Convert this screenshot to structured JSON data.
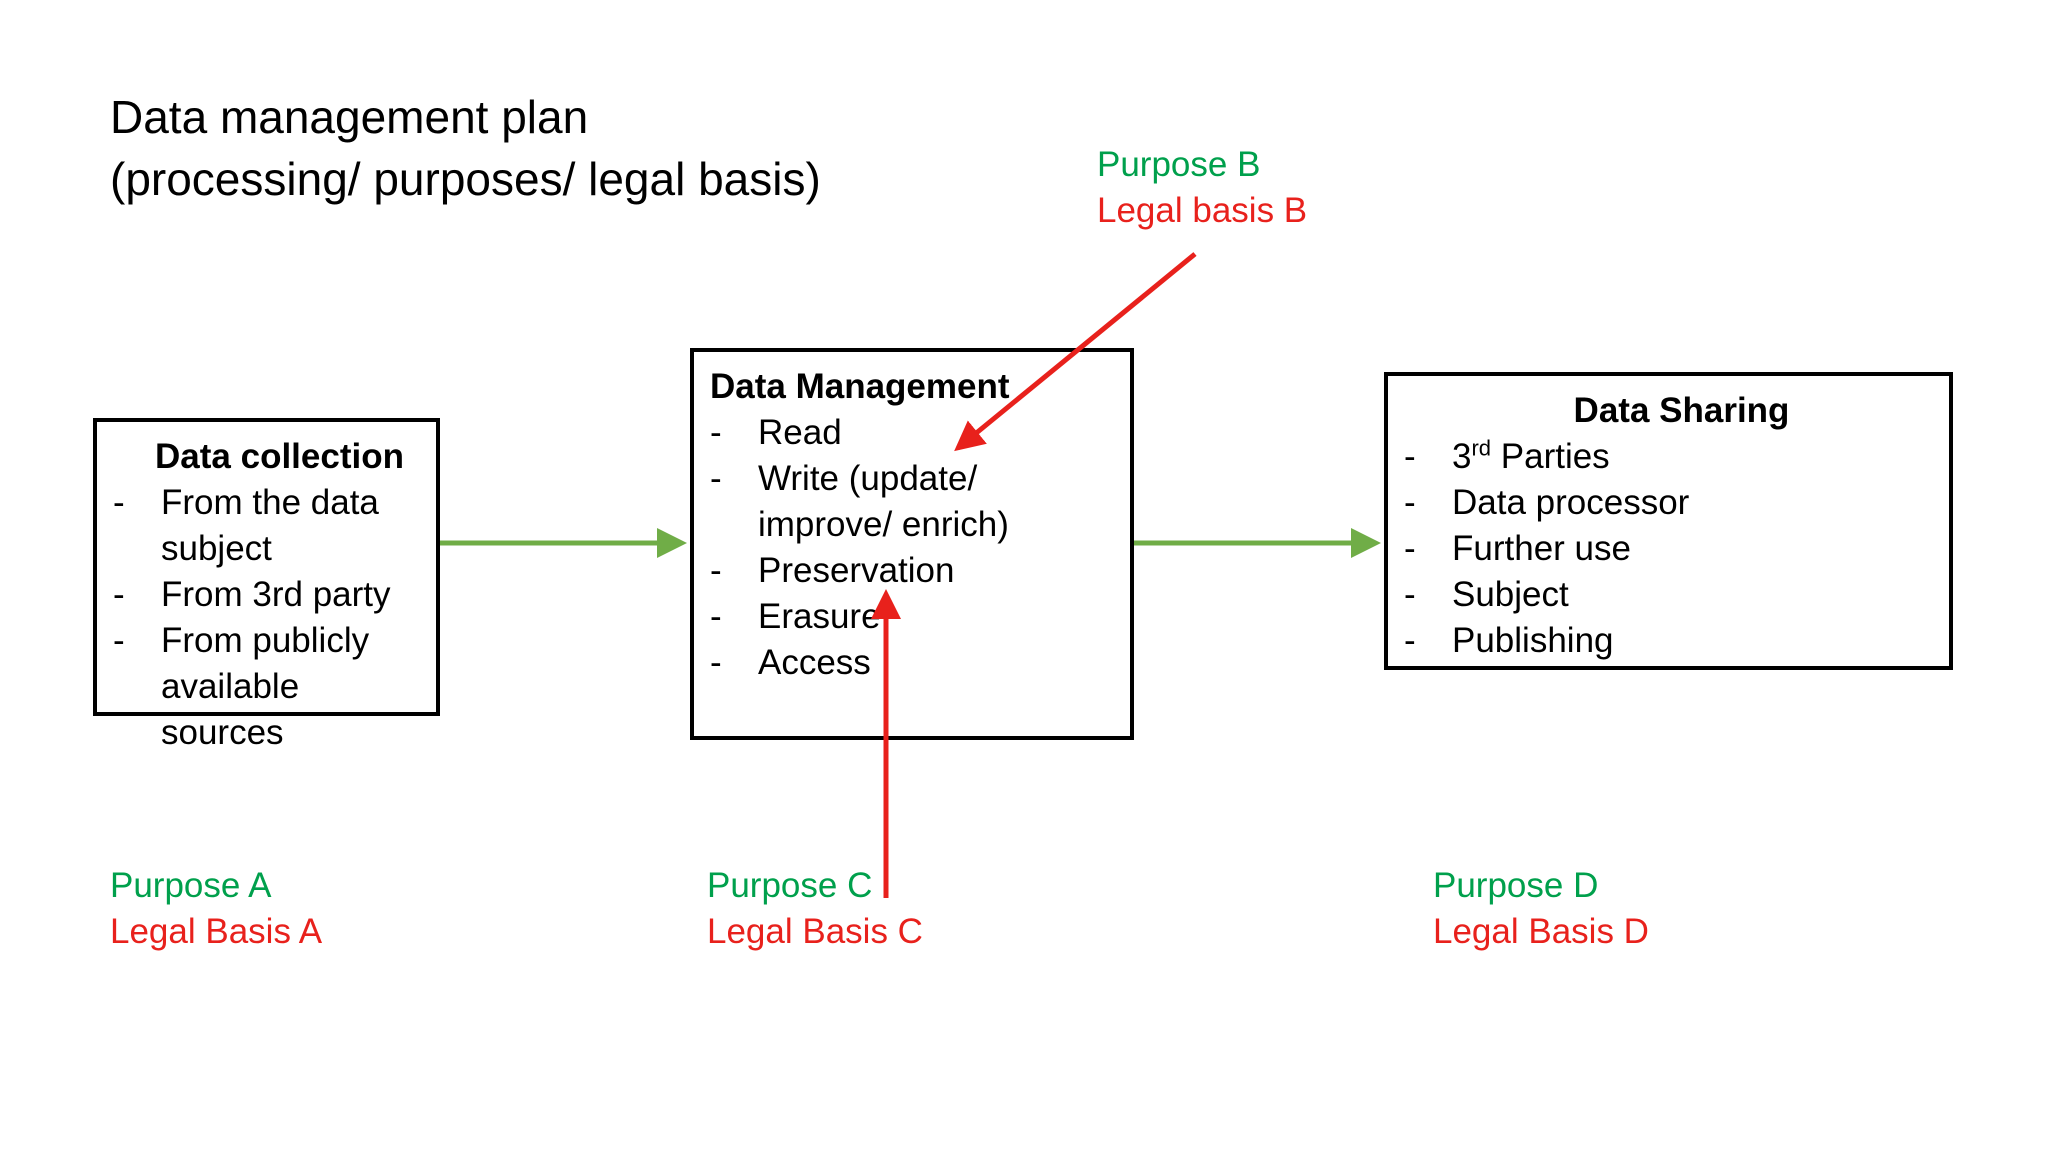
{
  "title": {
    "line1": "Data management plan",
    "line2": "(processing/ purposes/ legal basis)"
  },
  "boxes": {
    "collection": {
      "title": "Data collection",
      "items": [
        "From the data subject",
        "From 3rd party",
        "From publicly available sources"
      ]
    },
    "management": {
      "title": "Data Management",
      "items": [
        "Read",
        "Write (update/ improve/ enrich)",
        "Preservation",
        "Erasure",
        "Access"
      ]
    },
    "sharing": {
      "title": "Data Sharing",
      "item1_main": "3",
      "item1_sup": "rd",
      "item1_rest": " Parties",
      "items_rest": [
        "Data processor",
        "Further use",
        "Subject",
        "Publishing"
      ]
    }
  },
  "dash": "-",
  "labels": {
    "a": {
      "purpose": "Purpose A",
      "legal": "Legal Basis A"
    },
    "b": {
      "purpose": "Purpose B",
      "legal": "Legal basis B"
    },
    "c": {
      "purpose": "Purpose C",
      "legal": "Legal Basis C"
    },
    "d": {
      "purpose": "Purpose D",
      "legal": "Legal Basis D"
    }
  },
  "colors": {
    "purpose_green": "#00a04c",
    "legal_red": "#e8211c",
    "flow_arrow_green": "#70ad47",
    "legal_arrow_red": "#e8211c"
  }
}
